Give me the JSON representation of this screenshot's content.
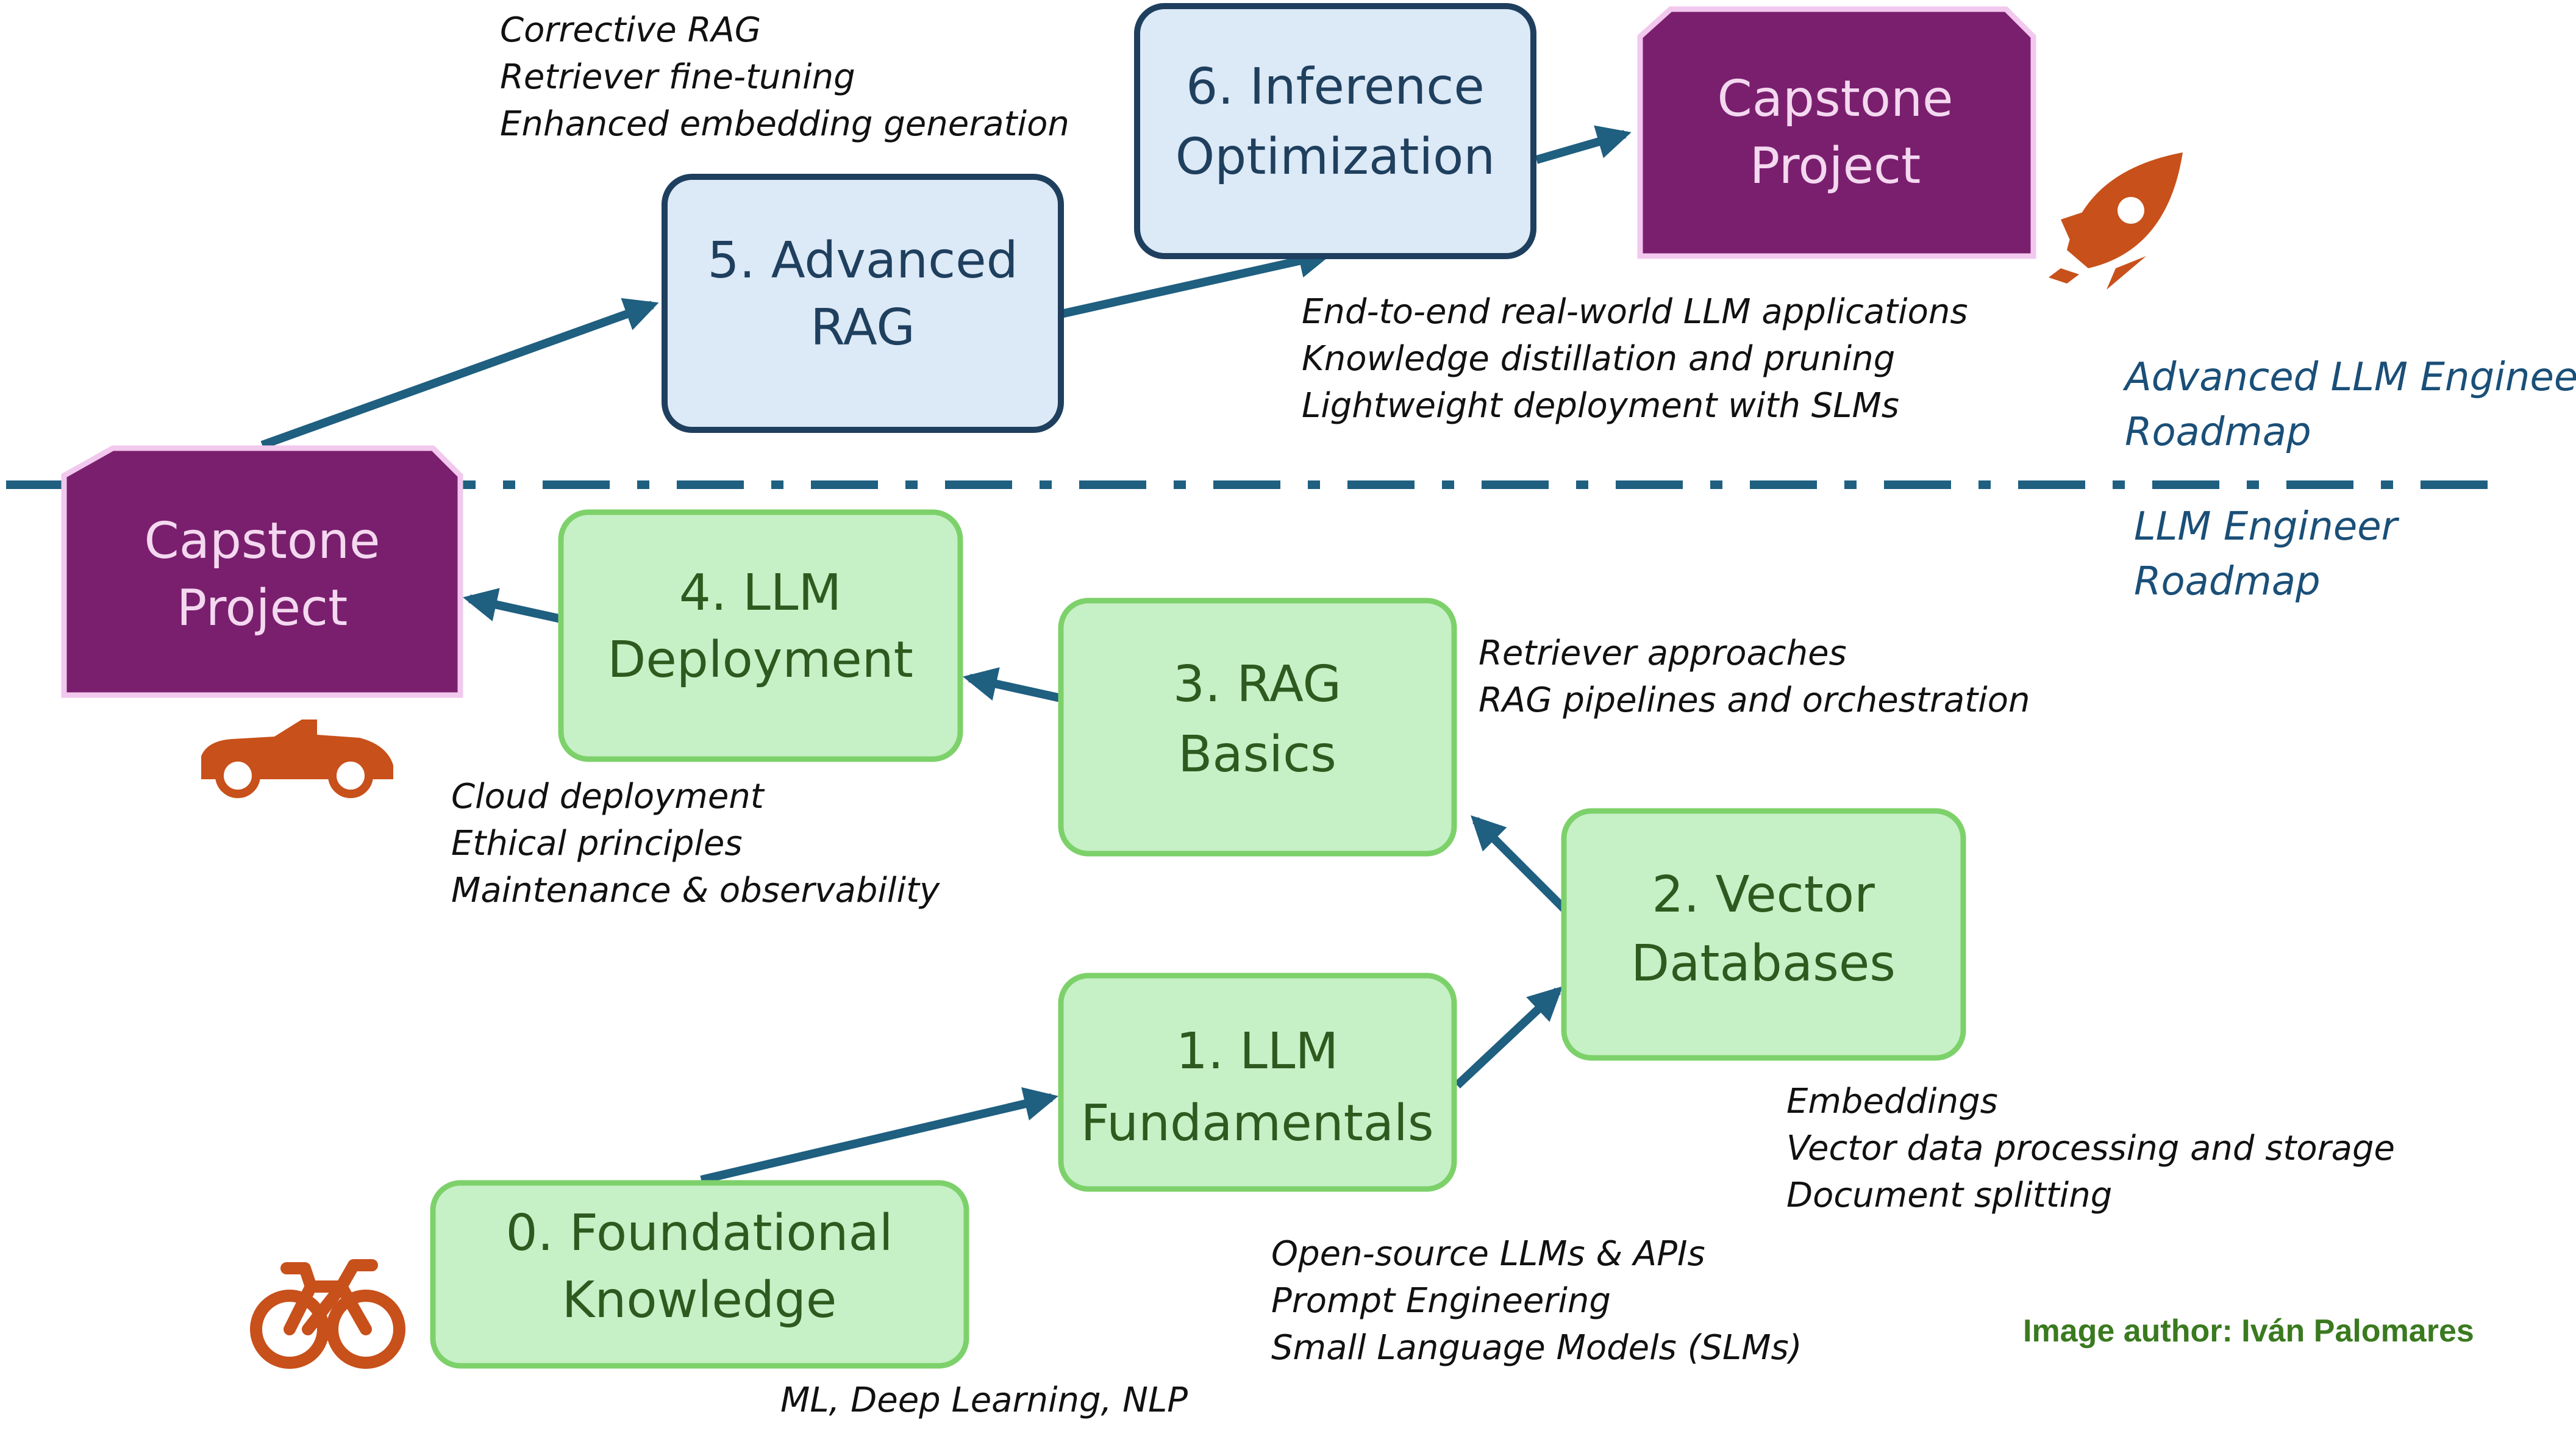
{
  "colors": {
    "green_fill": "#c6f0c6",
    "green_stroke": "#7dd16a",
    "green_text": "#2d5a1e",
    "blue_fill": "#dce9f6",
    "blue_stroke": "#1f3f5e",
    "blue_text": "#1f3f5e",
    "purple_fill": "#7a1f6e",
    "purple_stroke": "#f2c8ee",
    "purple_text": "#f4d8f0",
    "arrow": "#1f5f80",
    "divider": "#1f5f80",
    "icon_orange": "#c8501a"
  },
  "nodes": {
    "n0": {
      "line1": "0. Foundational",
      "line2": "Knowledge"
    },
    "n1": {
      "line1": "1. LLM",
      "line2": "Fundamentals"
    },
    "n2": {
      "line1": "2. Vector",
      "line2": "Databases"
    },
    "n3": {
      "line1": "3. RAG",
      "line2": "Basics"
    },
    "n4": {
      "line1": "4. LLM",
      "line2": "Deployment"
    },
    "n5": {
      "line1": "5. Advanced",
      "line2": "RAG"
    },
    "n6": {
      "line1": "6. Inference",
      "line2": "Optimization"
    },
    "capstone_basic": {
      "line1": "Capstone",
      "line2": "Project"
    },
    "capstone_advanced": {
      "line1": "Capstone",
      "line2": "Project"
    }
  },
  "notes": {
    "n0": [
      "ML, Deep Learning, NLP"
    ],
    "n1": [
      "Open-source LLMs & APIs",
      "Prompt Engineering",
      "Small Language Models (SLMs)"
    ],
    "n2": [
      "Embeddings",
      "Vector data processing and storage",
      "Document splitting"
    ],
    "n3": [
      "Retriever approaches",
      "RAG pipelines and orchestration"
    ],
    "n4": [
      "Cloud deployment",
      "Ethical principles",
      "Maintenance & observability"
    ],
    "n5": [
      "Corrective RAG",
      "Retriever fine-tuning",
      "Enhanced embedding generation"
    ],
    "n6": [
      "End-to-end real-world LLM applications",
      "Knowledge distillation and pruning",
      "Lightweight deployment with SLMs"
    ]
  },
  "roadmaps": {
    "advanced": {
      "line1": "Advanced LLM Engineer",
      "line2": "Roadmap"
    },
    "basic": {
      "line1": "LLM Engineer",
      "line2": "Roadmap"
    }
  },
  "credit": "Image author: Iván Palomares",
  "icons": [
    "bicycle-icon",
    "car-icon",
    "rocket-icon"
  ]
}
